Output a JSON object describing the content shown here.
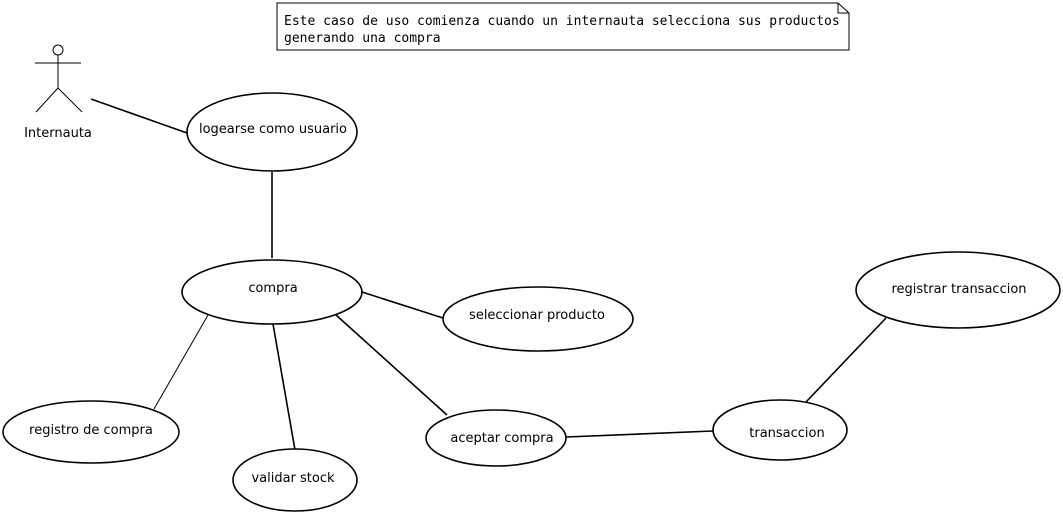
{
  "note": {
    "line1": "Este caso de uso comienza cuando un internauta selecciona sus productos",
    "line2": "generando una compra"
  },
  "actor": {
    "label": "Internauta"
  },
  "use_cases": {
    "login": "logearse como usuario",
    "compra": "compra",
    "seleccionar": "seleccionar producto",
    "registro": "registro de compra",
    "validar": "validar stock",
    "aceptar": "aceptar compra",
    "transaccion": "transaccion",
    "registrar": "registrar transaccion"
  }
}
